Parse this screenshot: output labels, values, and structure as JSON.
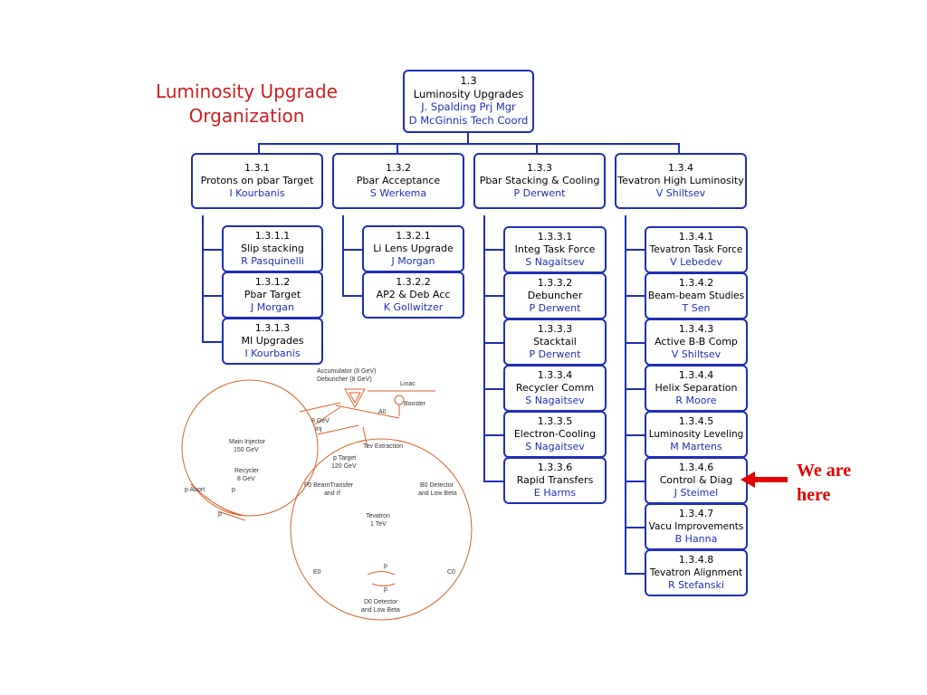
{
  "title_line1": "Luminosity Upgrade",
  "title_line2": "Organization",
  "root": {
    "num": "1.3",
    "name": "Luminosity Upgrades",
    "person1": "J. Spalding Prj Mgr",
    "person2": "D McGinnis Tech Coord"
  },
  "level2": [
    {
      "num": "1.3.1",
      "name": "Protons on pbar Target",
      "person": "I Kourbanis"
    },
    {
      "num": "1.3.2",
      "name": "Pbar Acceptance",
      "person": "S Werkema"
    },
    {
      "num": "1.3.3",
      "name": "Pbar Stacking & Cooling",
      "person": "P Derwent"
    },
    {
      "num": "1.3.4",
      "name": "Tevatron High Luminosity",
      "person": "V Shiltsev"
    }
  ],
  "col1": [
    {
      "num": "1.3.1.1",
      "name": "Slip stacking",
      "person": "R Pasquinelli"
    },
    {
      "num": "1.3.1.2",
      "name": "Pbar Target",
      "person": "J Morgan"
    },
    {
      "num": "1.3.1.3",
      "name": "MI Upgrades",
      "person": "I Kourbanis"
    }
  ],
  "col2": [
    {
      "num": "1.3.2.1",
      "name": "Li Lens Upgrade",
      "person": "J Morgan"
    },
    {
      "num": "1.3.2.2",
      "name": "AP2 & Deb Acc",
      "person": "K Gollwitzer"
    }
  ],
  "col3": [
    {
      "num": "1.3.3.1",
      "name": "Integ Task Force",
      "person": "S Nagaitsev"
    },
    {
      "num": "1.3.3.2",
      "name": "Debuncher",
      "person": "P Derwent"
    },
    {
      "num": "1.3.3.3",
      "name": "Stacktail",
      "person": "P Derwent"
    },
    {
      "num": "1.3.3.4",
      "name": "Recycler Comm",
      "person": "S Nagaitsev"
    },
    {
      "num": "1.3.3.5",
      "name": "Electron-Cooling",
      "person": "S Nagaitsev"
    },
    {
      "num": "1.3.3.6",
      "name": "Rapid Transfers",
      "person": "E Harms"
    }
  ],
  "col4": [
    {
      "num": "1.3.4.1",
      "name": "Tevatron Task Force",
      "person": "V Lebedev"
    },
    {
      "num": "1.3.4.2",
      "name": "Beam-beam Studies",
      "person": "T Sen"
    },
    {
      "num": "1.3.4.3",
      "name": "Active B-B Comp",
      "person": "V Shiltsev"
    },
    {
      "num": "1.3.4.4",
      "name": "Helix Separation",
      "person": "R Moore"
    },
    {
      "num": "1.3.4.5",
      "name": "Luminosity Leveling",
      "person": "M Martens"
    },
    {
      "num": "1.3.4.6",
      "name": "Control & Diag",
      "person": "J Steimel"
    },
    {
      "num": "1.3.4.7",
      "name": "Vacu Improvements",
      "person": "B Hanna"
    },
    {
      "num": "1.3.4.8",
      "name": "Tevatron Alignment",
      "person": "R Stefanski"
    }
  ],
  "marker": {
    "line1": "We are",
    "line2": "here"
  },
  "accelerator_map": {
    "accumulator": "Accumulator (8 GeV)",
    "debuncher": "Debuncher (8 GeV)",
    "linac": "Linac",
    "booster": "Booster",
    "inj_energy": "8 GeV",
    "inj": "Inj",
    "main_injector": "Main Injector",
    "main_injector_energy": "150 GeV",
    "recycler": "Recycler",
    "recycler_energy": "8 GeV",
    "a0": "A0",
    "tev_extraction": "Tev Extraction",
    "p_target": "p Target",
    "p_target_energy": "120 GeV",
    "p_abort": "p Abort",
    "p1": "p",
    "p2": "p",
    "f0": "F0 BeamTransfer",
    "f0_rf": "and rf",
    "b0": "B0 Detector",
    "b0_low_beta": "and Low Beta",
    "tevatron": "Tevatron",
    "tevatron_energy": "1 TeV",
    "e0": "E0",
    "c0": "C0",
    "p3": "p",
    "p4": "p",
    "d0": "D0 Detector",
    "d0_low_beta": "and Low Beta"
  },
  "colors": {
    "box_border": "#1f2fb5",
    "title": "#cc1f1f",
    "marker": "#e00000",
    "map_line": "#d9632b"
  }
}
